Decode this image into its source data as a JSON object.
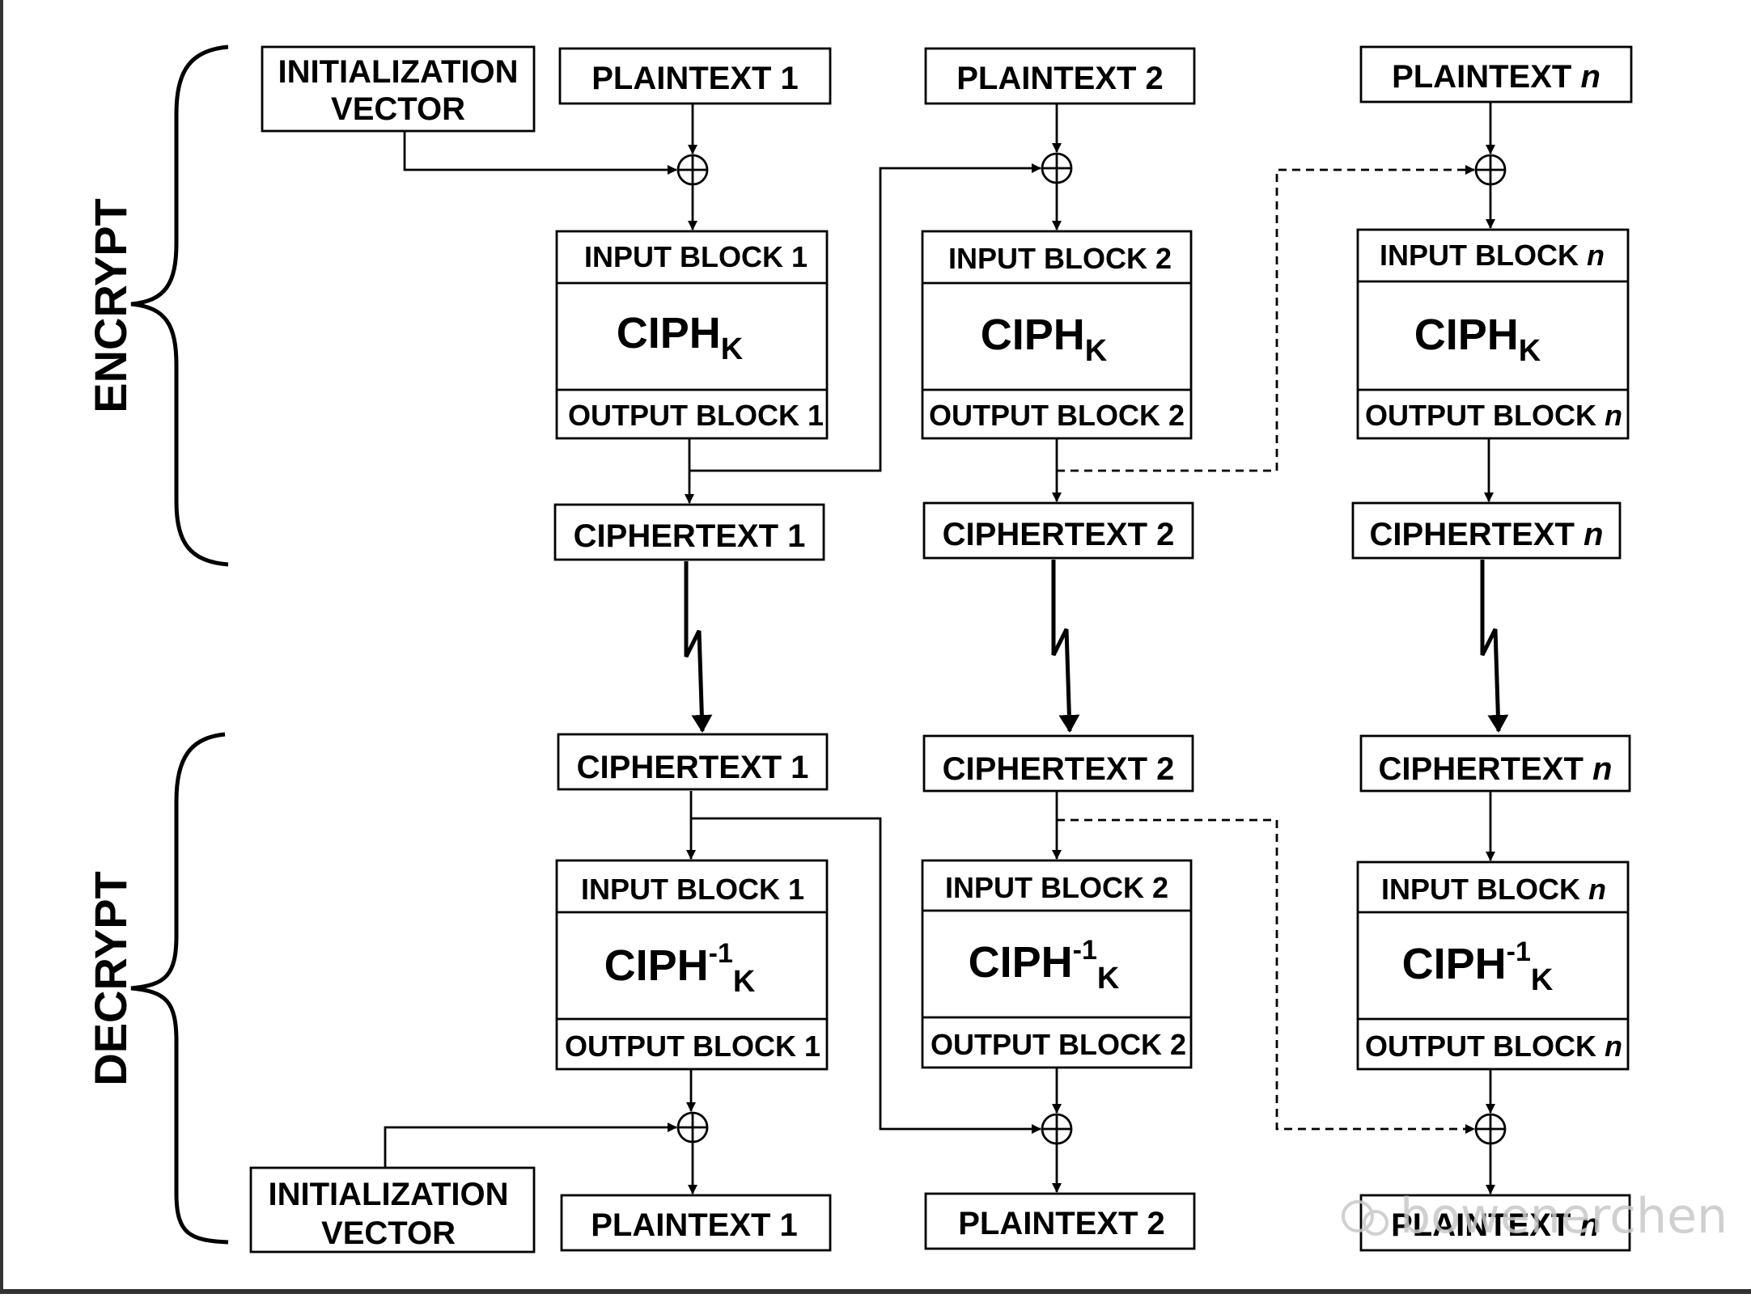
{
  "labels": {
    "encrypt": "ENCRYPT",
    "decrypt": "DECRYPT",
    "iv_line1": "INITIALIZATION",
    "iv_line2": "VECTOR",
    "plaintext_1": "PLAINTEXT 1",
    "plaintext_2": "PLAINTEXT 2",
    "plaintext_n_prefix": "PLAINTEXT",
    "ciphertext_1": "CIPHERTEXT 1",
    "ciphertext_2": "CIPHERTEXT 2",
    "ciphertext_n_prefix": "CIPHERTEXT",
    "input_block_1": "INPUT BLOCK 1",
    "input_block_2": "INPUT BLOCK 2",
    "input_block_n_prefix": "INPUT BLOCK",
    "output_block_1": "OUTPUT BLOCK 1",
    "output_block_2": "OUTPUT BLOCK 2",
    "output_block_n_prefix": "OUTPUT BLOCK",
    "n": "n",
    "ciph": "CIPH",
    "ciph_sub": "K",
    "ciph_inv_sup": "-1",
    "xor_symbol": "⊕",
    "watermark": "bowenerchen"
  }
}
